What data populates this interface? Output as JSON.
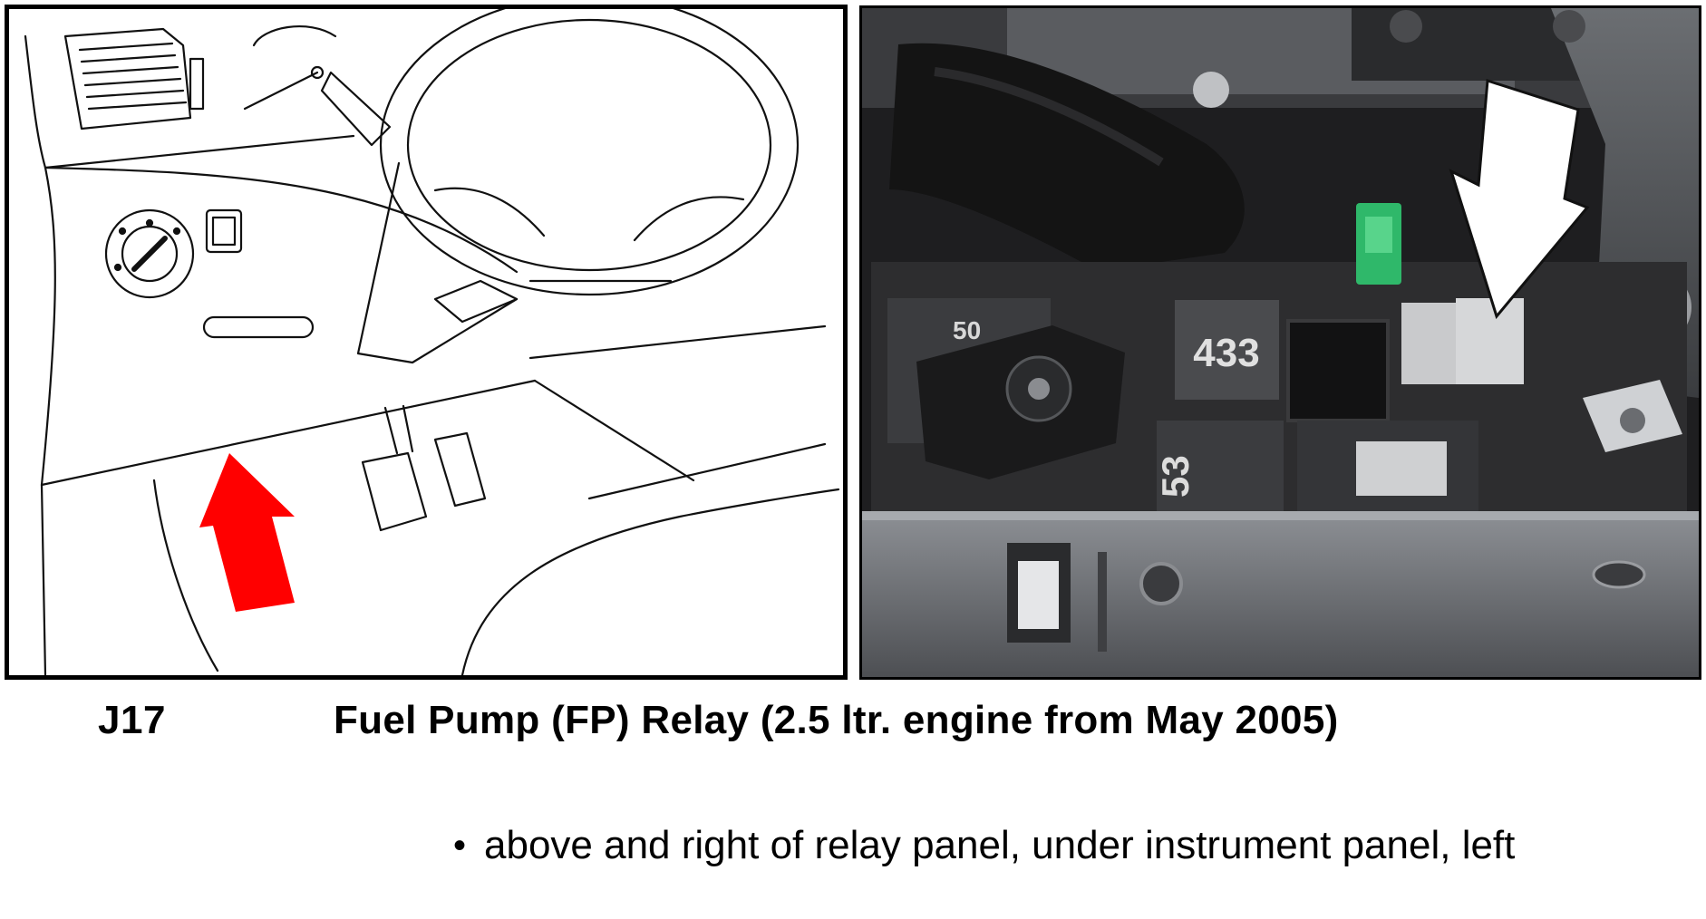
{
  "figure": {
    "diagram": {
      "alt": "driver footwell line drawing with red arrow pointing up under instrument panel",
      "arrow_color": "#ff0000"
    },
    "photo": {
      "relay_labels": [
        "433",
        "53",
        "50"
      ],
      "fuse_color": "#2fb86a",
      "arrow_color": "#ffffff"
    }
  },
  "caption": {
    "code": "J17",
    "title": "Fuel Pump (FP) Relay (2.5 ltr. engine from May 2005)"
  },
  "location": {
    "items": [
      {
        "text": "above and right of relay panel, under instrument panel, left"
      }
    ]
  }
}
